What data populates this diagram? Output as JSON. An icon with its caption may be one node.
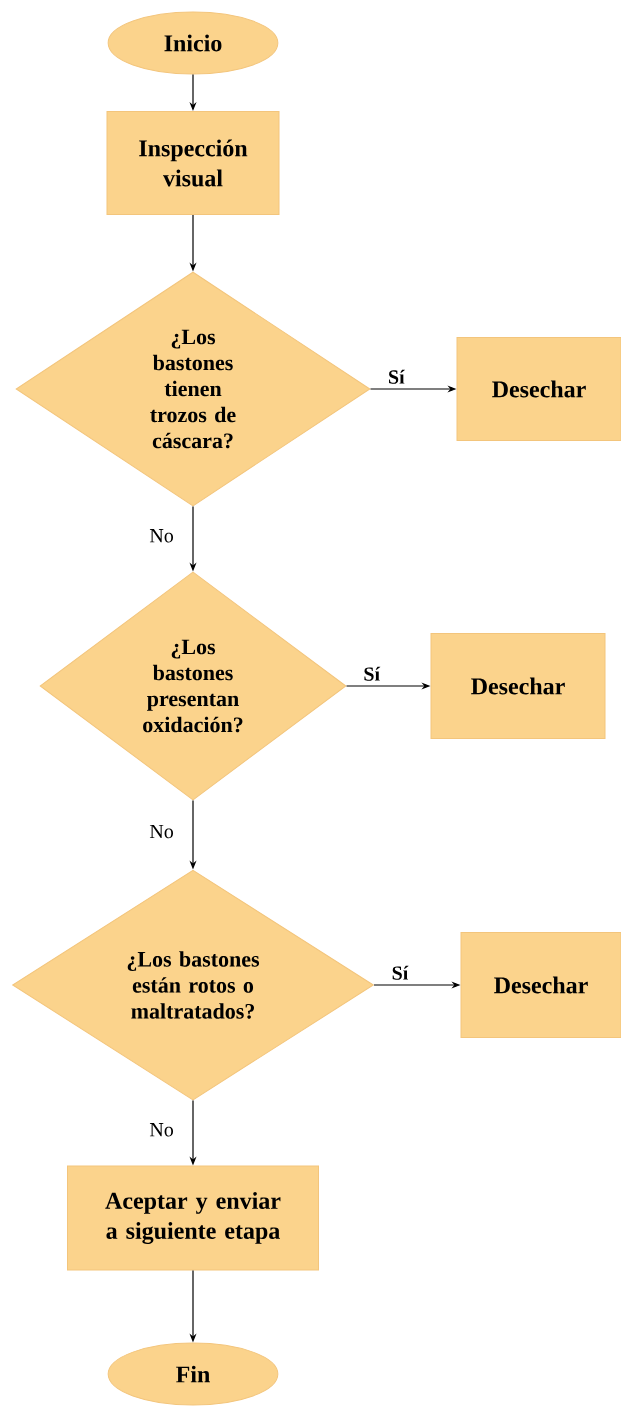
{
  "diagram": {
    "nodes": [
      {
        "text": [
          "Inicio"
        ]
      },
      {
        "text": [
          "Inspección visual"
        ]
      },
      {
        "text": [
          "¿Los bastones tienen trozos de cáscara?"
        ]
      },
      {
        "text": [
          "Desechar"
        ]
      },
      {
        "text": [
          "¿Los bastones presentan oxidación?"
        ]
      },
      {
        "text": [
          "Desechar"
        ]
      },
      {
        "text": [
          "¿Los bastones están rotos o maltratados?"
        ]
      },
      {
        "text": [
          "Desechar"
        ]
      },
      {
        "text": [
          "Aceptar y enviar a siguiente etapa"
        ]
      },
      {
        "text": [
          "Fin"
        ]
      }
    ],
    "edges": [
      {
        "from": 0,
        "to": 1,
        "arrow": "to"
      },
      {
        "from": 1,
        "to": 2,
        "arrow": "to"
      },
      {
        "from": 2,
        "to": 3,
        "arrow": "to",
        "label": "Sí"
      },
      {
        "from": 2,
        "to": 4,
        "arrow": "to",
        "label": "No"
      },
      {
        "from": 4,
        "to": 5,
        "arrow": "to",
        "label": "Sí"
      },
      {
        "from": 4,
        "to": 6,
        "arrow": "to",
        "label": "No"
      },
      {
        "from": 6,
        "to": 7,
        "arrow": "to",
        "label": "Sí"
      },
      {
        "from": 6,
        "to": 8,
        "arrow": "to",
        "label": "No"
      },
      {
        "from": 8,
        "to": 9,
        "arrow": "to"
      }
    ]
  }
}
